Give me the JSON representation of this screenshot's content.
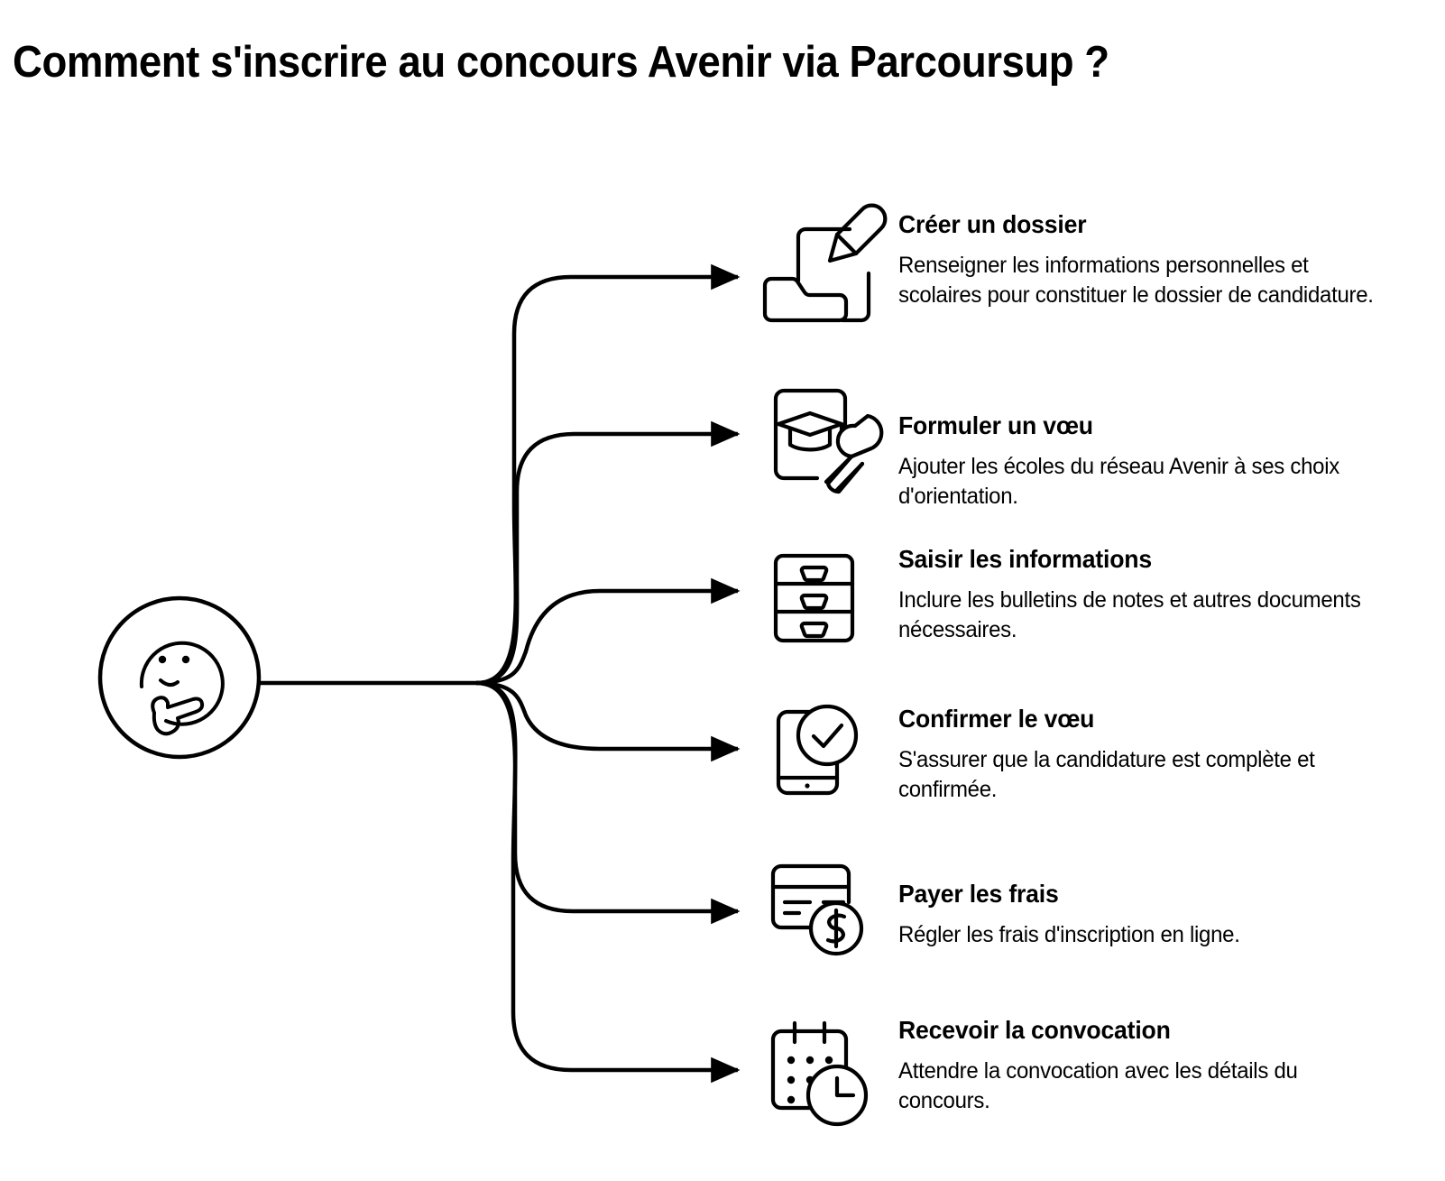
{
  "page": {
    "title": "Comment s'inscrire au concours Avenir via Parcoursup ?",
    "background_color": "#ffffff",
    "line_color": "#000000"
  },
  "center_node": {
    "icon": "thinking-face-icon",
    "label": ""
  },
  "steps": [
    {
      "index": 1,
      "icon": "folder-document-pencil-icon",
      "title": "Créer un dossier",
      "description": "Renseigner les informations personnelles et scolaires pour constituer le dossier de candidature."
    },
    {
      "index": 2,
      "icon": "graduation-card-brush-icon",
      "title": "Formuler un vœu",
      "description": "Ajouter les écoles du réseau Avenir à ses choix d'orientation."
    },
    {
      "index": 3,
      "icon": "filing-cabinet-icon",
      "title": "Saisir les informations",
      "description": "Inclure les bulletins de notes et autres documents nécessaires."
    },
    {
      "index": 4,
      "icon": "phone-check-icon",
      "title": "Confirmer le vœu",
      "description": "S'assurer que la candidature est complète et confirmée."
    },
    {
      "index": 5,
      "icon": "credit-card-dollar-icon",
      "title": "Payer les frais",
      "description": "Régler les frais d'inscription en ligne."
    },
    {
      "index": 6,
      "icon": "calendar-clock-icon",
      "title": "Recevoir la convocation",
      "description": "Attendre la convocation avec les détails du concours."
    }
  ]
}
